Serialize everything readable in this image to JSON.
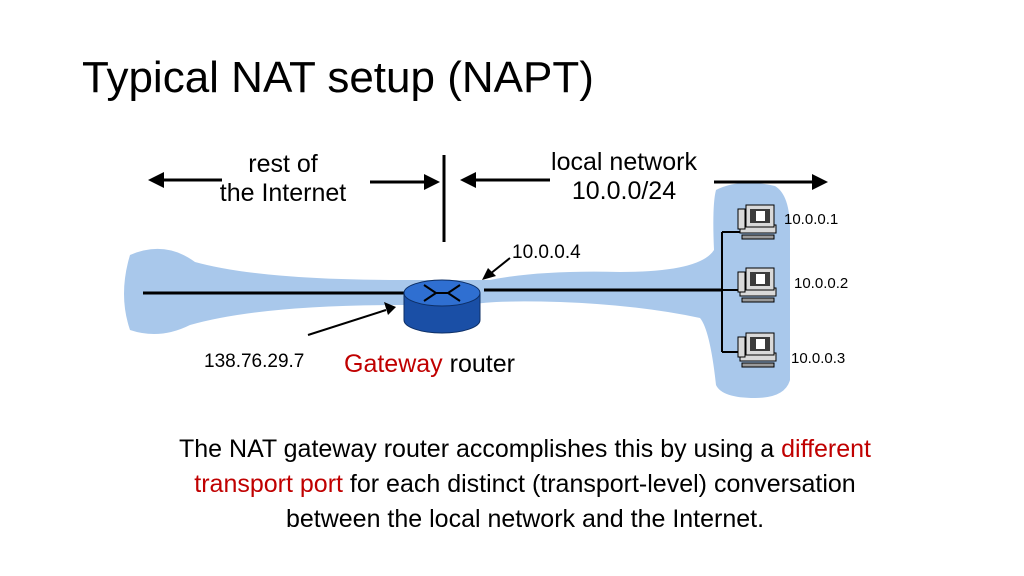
{
  "title": "Typical NAT setup (NAPT)",
  "labels": {
    "rest_of_internet_line1": "rest of",
    "rest_of_internet_line2": "the Internet",
    "local_network_line1": "local network",
    "local_network_line2": "10.0.0/24",
    "router_inside_ip": "10.0.0.4",
    "router_outside_ip": "138.76.29.7",
    "gateway_word": "Gateway",
    "router_word": "router",
    "host1_ip": "10.0.0.1",
    "host2_ip": "10.0.0.2",
    "host3_ip": "10.0.0.3"
  },
  "caption": {
    "part1": "The NAT gateway router accomplishes this by using a ",
    "highlight1": "different",
    "highlight2": "transport port",
    "part2": " for each distinct (transport-level) conversation",
    "part3": "between the local network and the Internet."
  },
  "colors": {
    "highlight": "#c00000",
    "network_fill": "#a9c8eb",
    "router_fill": "#1f5fbf"
  }
}
